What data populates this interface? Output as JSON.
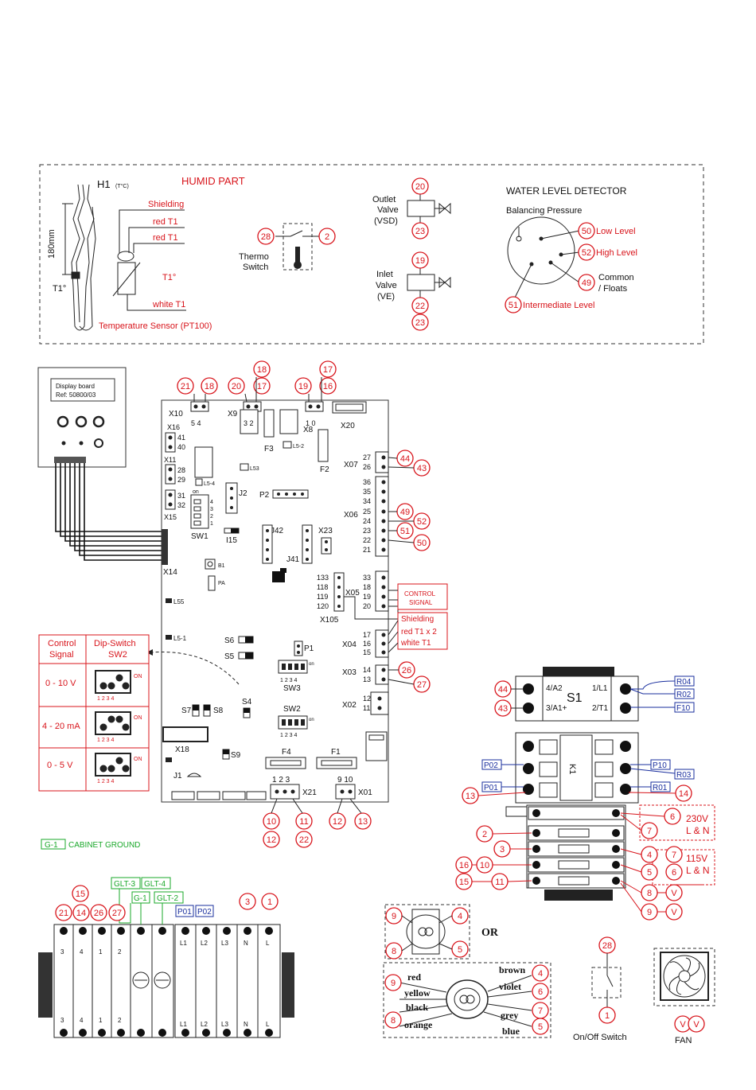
{
  "humid": {
    "title": "HUMID PART",
    "h1": "H1",
    "h1_unit": "(T°C)",
    "len": "180mm",
    "t1_left": "T1°",
    "t1_mid": "T1°",
    "shielding": "Shielding",
    "red_t1_a": "red T1",
    "red_t1_b": "red T1",
    "white_t1": "white T1",
    "sensor": "Temperature Sensor (PT100)",
    "thermo_a": "Thermo",
    "thermo_b": "Switch",
    "outlet_a": "Outlet",
    "outlet_b": "Valve",
    "outlet_c": "(VSD)",
    "inlet_a": "Inlet",
    "inlet_b": "Valve",
    "inlet_c": "(VE)",
    "wld": "WATER LEVEL DETECTOR",
    "balancing": "Balancing Pressure",
    "low": "Low Level",
    "high": "High Level",
    "common_a": "Common",
    "common_b": "/ Floats",
    "intermediate": "Intermediate Level"
  },
  "board": {
    "display_a": "Display board",
    "display_b": "Ref: 50800/03",
    "x10": "X10",
    "x10p": "5 4",
    "x9": "X9",
    "x9p": "3 2",
    "x8": "X8",
    "x8p": "1 0",
    "x20": "X20",
    "x16": "X16",
    "x16a": "41",
    "x16b": "40",
    "x11": "X11",
    "x11a": "28",
    "x11b": "29",
    "x15a": "31",
    "x15b": "32",
    "x15": "X15",
    "x14": "X14",
    "ls4": "L5-4",
    "l53": "L53",
    "l52": "L5-2",
    "f3": "F3",
    "f2": "F2",
    "j2": "J2",
    "p2": "P2",
    "sw1": "SW1",
    "on": "on",
    "i15": "I15",
    "j42": "J42",
    "j41": "J41",
    "x23": "X23",
    "b1": "B1",
    "pa": "PA",
    "x07": "X07",
    "x07a": "27",
    "x07b": "26",
    "x06": "X06",
    "x06n": [
      "36",
      "35",
      "34",
      "25",
      "24",
      "23",
      "22",
      "21"
    ],
    "x05": "X05",
    "x105": "X105",
    "x105n": [
      "133",
      "118",
      "119",
      "120"
    ],
    "x05n": [
      "33",
      "18",
      "19",
      "20"
    ],
    "control": "CONTROL",
    "signal": "SIGNAL",
    "shielding": "Shielding",
    "red_t1x2": "red T1 x 2",
    "white_t1": "white T1",
    "x04": "X04",
    "x04n": [
      "17",
      "16",
      "15"
    ],
    "x03": "X03",
    "x03n": [
      "14",
      "13"
    ],
    "x02": "X02",
    "x02n": [
      "12",
      "11"
    ],
    "ls5": "L55",
    "ls1": "L5-1",
    "s6": "S6",
    "s5": "S5",
    "p1": "P1",
    "sw3": "SW3",
    "sw2": "SW2",
    "s7": "S7",
    "s8": "S8",
    "s4": "S4",
    "s9": "S9",
    "x18": "X18",
    "j1": "J1",
    "f4": "F4",
    "f1": "F1",
    "x21": "X21",
    "x21p": "1 2 3",
    "x01": "X01",
    "x01p": "9 10",
    "dip_nums": "1 2 3 4",
    "ctrl_head_a": "Control",
    "ctrl_head_b": "Signal",
    "dip_head_a": "Dip-Switch",
    "dip_head_b": "SW2",
    "ctrl_rows": [
      "0 - 10 V",
      "4 - 20 mA",
      "0 - 5 V"
    ],
    "on_lbl": "ON"
  },
  "cabinet": "CABINET GROUND",
  "g1": "G-1",
  "terminals": {
    "glt": [
      "GLT-3",
      "GLT-4",
      "GLT-2"
    ],
    "top_nums": [
      "3",
      "4",
      "1",
      "2",
      "",
      "",
      "L1",
      "L2",
      "L3",
      "N",
      "L"
    ],
    "bot_nums": [
      "3",
      "4",
      "1",
      "2",
      "",
      "",
      "L1",
      "L2",
      "L3",
      "N",
      "L"
    ],
    "p01": "P01",
    "p02": "P02"
  },
  "contactor": {
    "s1": "S1",
    "a2": "4/A2",
    "a1": "3/A1+",
    "l1": "1/L1",
    "t1": "2/T1",
    "r04": "R04",
    "r02": "R02",
    "f10": "F10",
    "k1": "K1",
    "p02": "P02",
    "p01": "P01",
    "p10": "P10",
    "r03": "R03",
    "r01": "R01",
    "v230": "230V",
    "ln1": "L & N",
    "v115": "115V",
    "ln2": "L & N",
    "v": "V"
  },
  "transformer": {
    "or": "OR",
    "red": "red",
    "yellow": "yellow",
    "black": "black",
    "orange": "orange",
    "brown": "brown",
    "violet": "violet",
    "grey": "grey",
    "blue": "blue"
  },
  "onoff": "On/Off Switch",
  "fan": "FAN"
}
